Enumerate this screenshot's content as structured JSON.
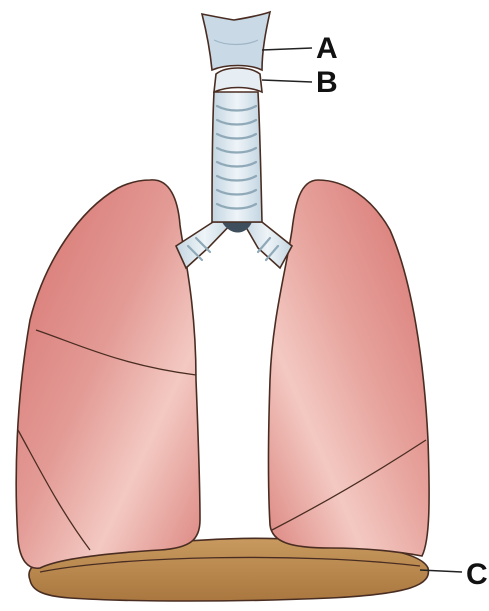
{
  "diagram": {
    "labels": [
      {
        "id": "A",
        "text": "A"
      },
      {
        "id": "B",
        "text": "B"
      },
      {
        "id": "C",
        "text": "C"
      }
    ]
  },
  "colors": {
    "lung_fill": "#e39a95",
    "lung_shade": "#d6716e",
    "lung_highlight": "#f3c9c2",
    "trachea_fill": "#d7e5ee",
    "trachea_ring": "#8fa9b8",
    "larynx_fill": "#c9d9e6",
    "diaphragm_fill": "#c89a5f",
    "diaphragm_shade": "#a9773f",
    "outline": "#4a2d22",
    "label_text": "#111111"
  },
  "icons": [
    "lungs-illustration"
  ]
}
